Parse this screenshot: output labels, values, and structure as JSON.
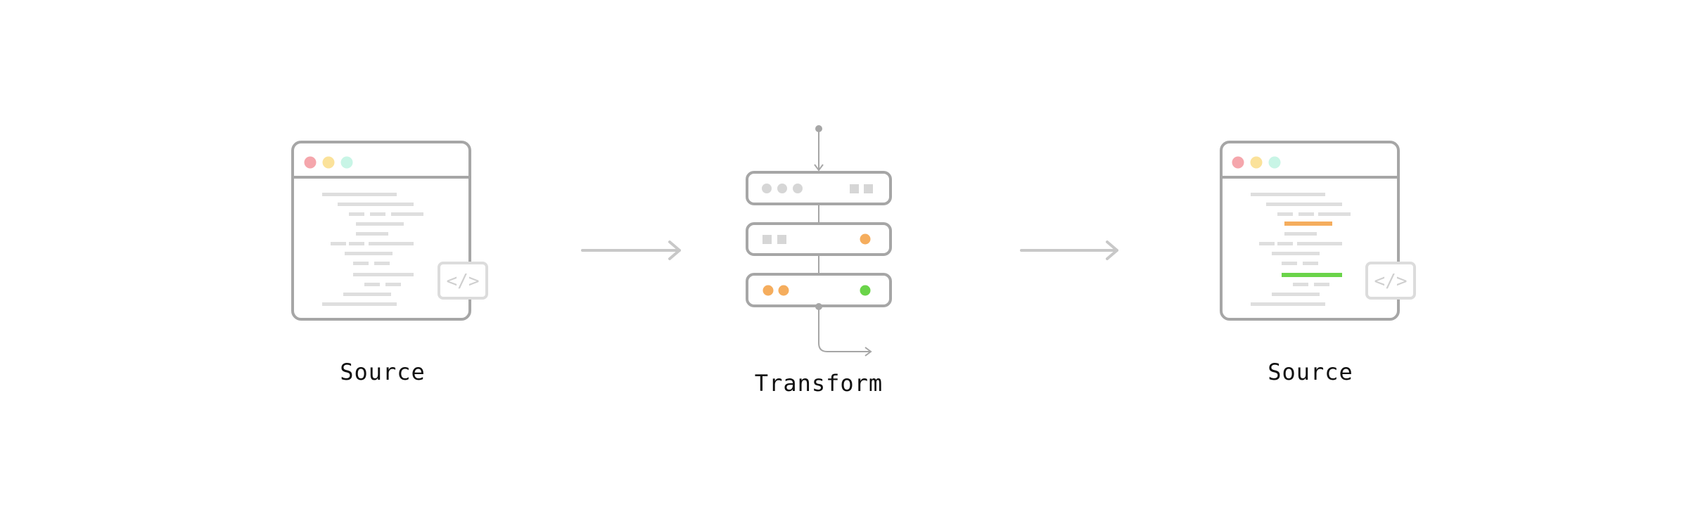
{
  "labels": {
    "source_left": "Source",
    "transform": "Transform",
    "source_right": "Source"
  },
  "code_badge": {
    "left": "</>",
    "right": "</>"
  },
  "colors": {
    "stroke": "#a6a6a6",
    "light_stroke": "#dcdcdc",
    "code_line": "#dedede",
    "arrow": "#c8c8c8",
    "dot_red": "#f5a6ac",
    "dot_yellow": "#fbe29a",
    "dot_cyan": "#c8f5e6",
    "accent_orange": "#f5ad5d",
    "accent_green": "#6ad449"
  }
}
